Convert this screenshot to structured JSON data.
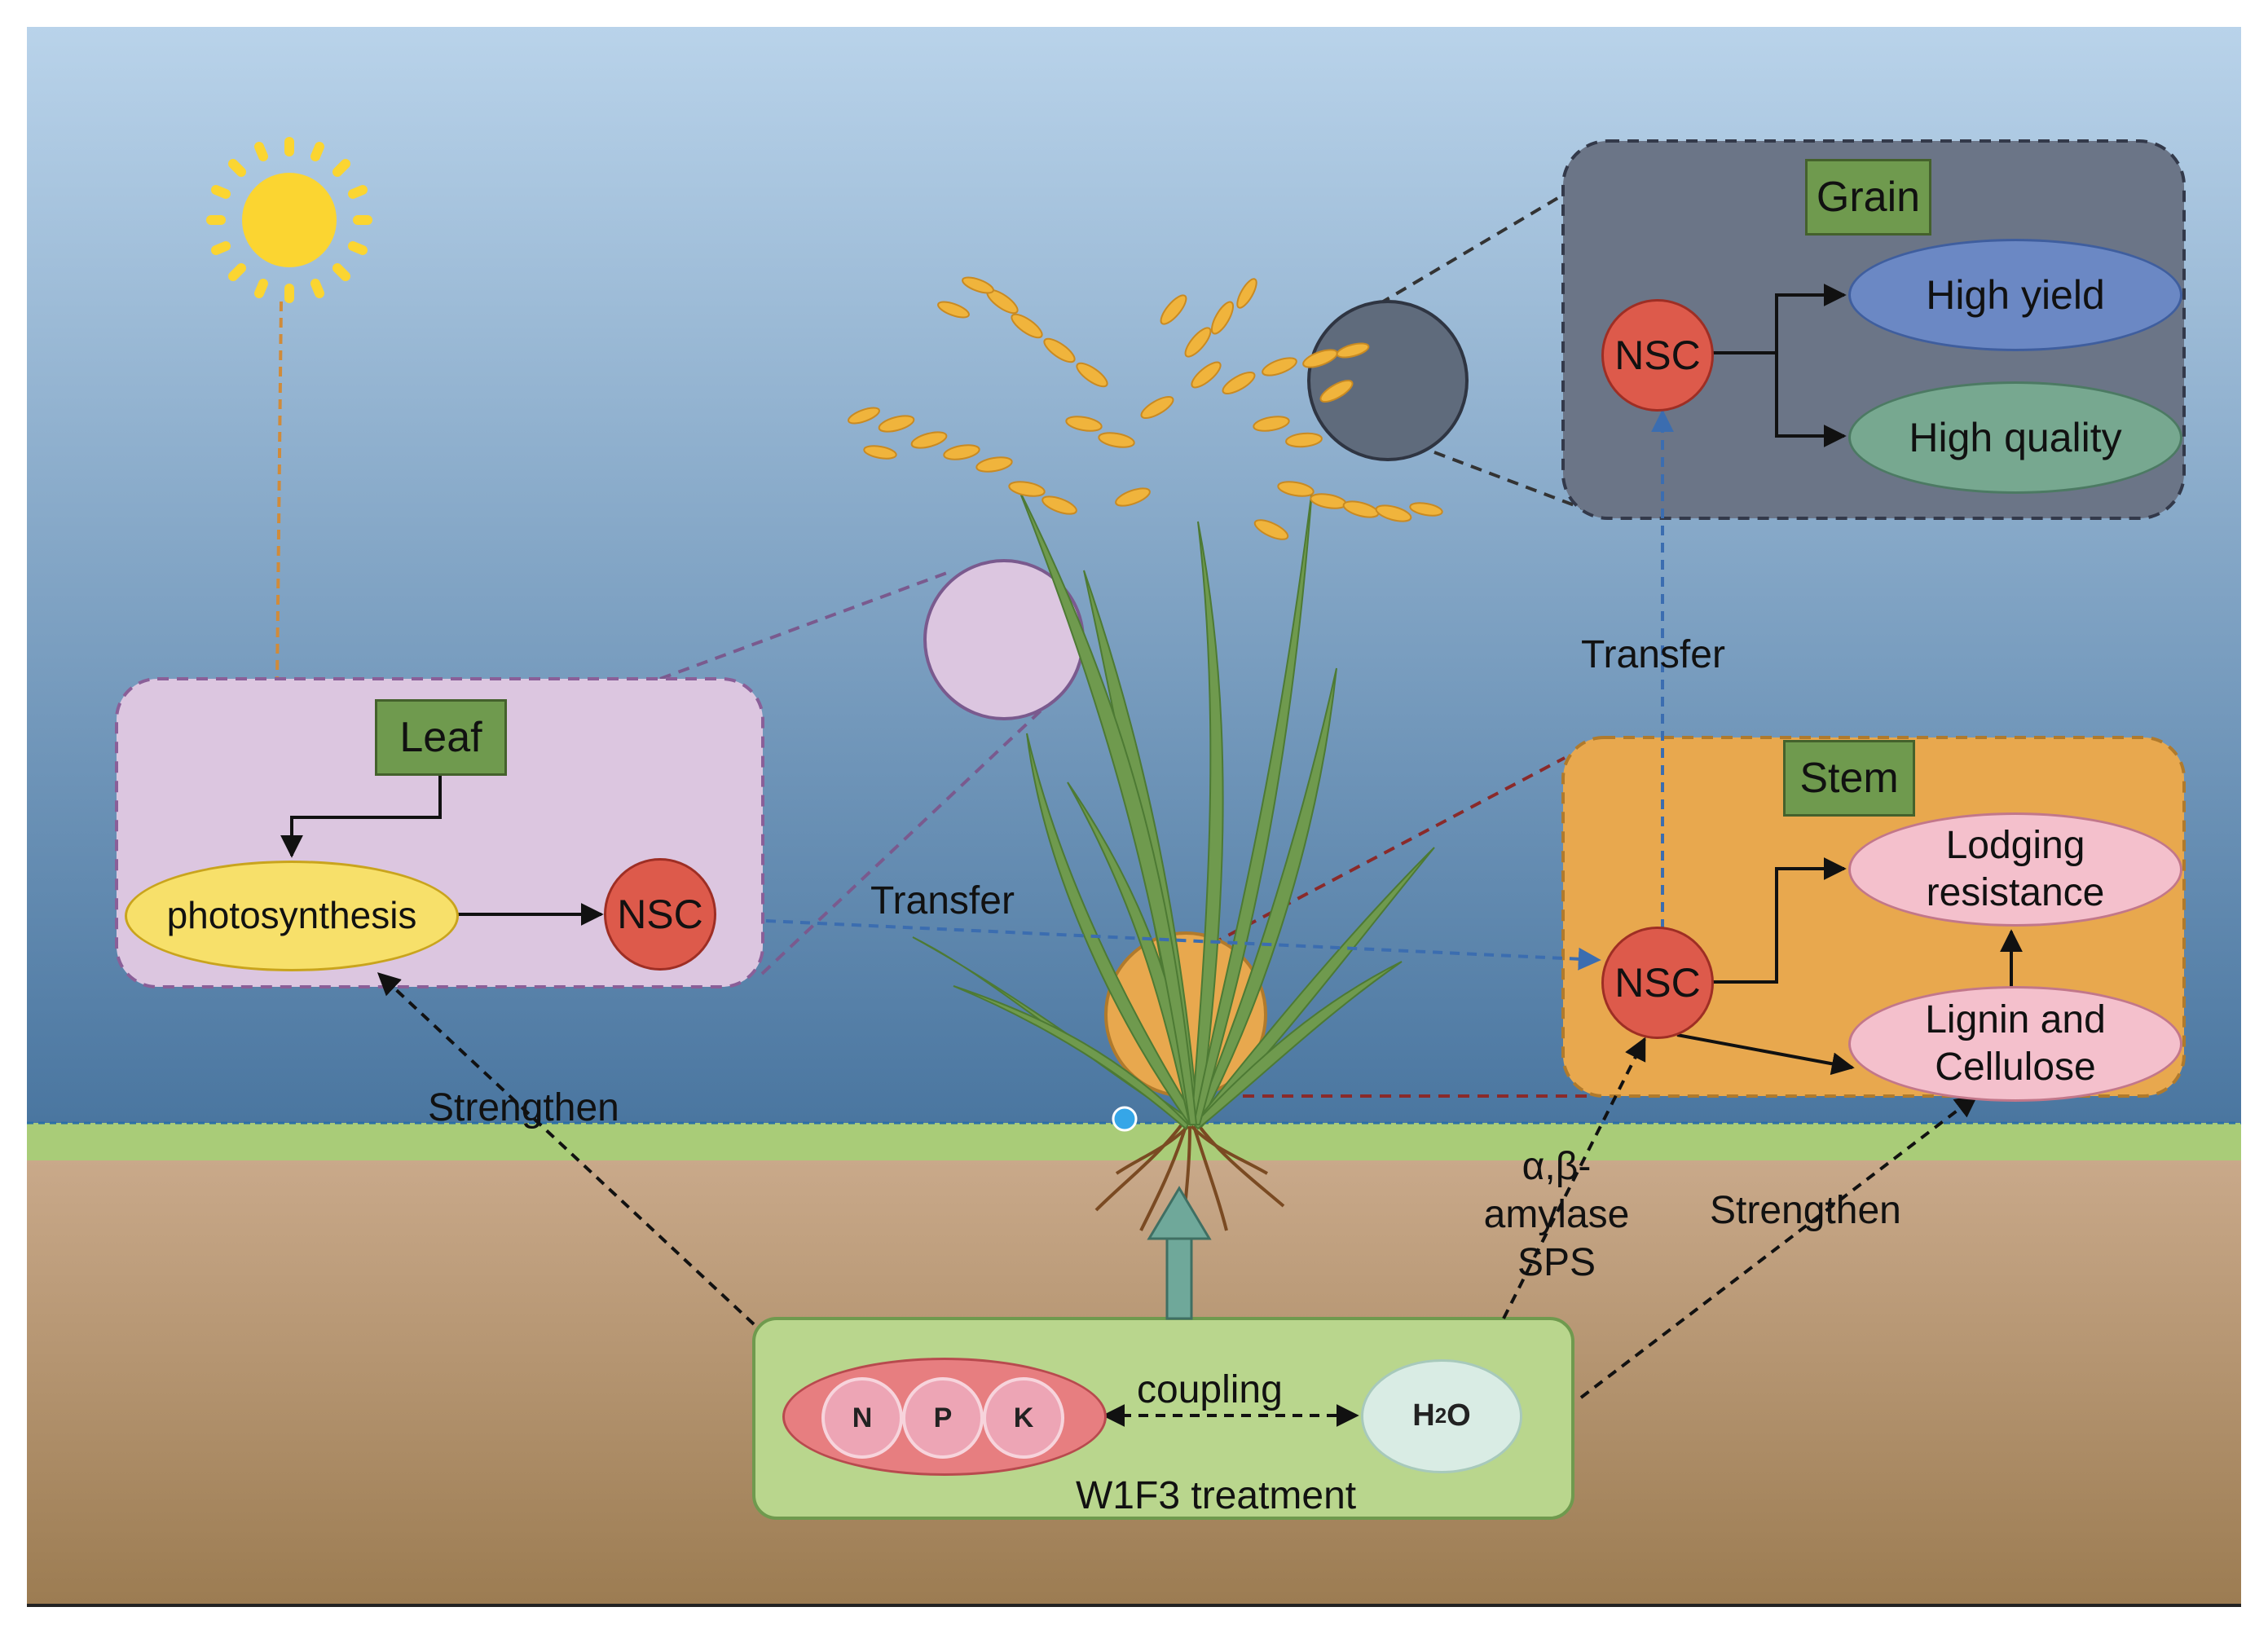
{
  "diagram": {
    "leaf_panel": {
      "title": "Leaf",
      "process": "photosynthesis",
      "nsc": "NSC"
    },
    "stem_panel": {
      "title": "Stem",
      "nsc": "NSC",
      "lodging": "Lodging\nresistance",
      "lignin": "Lignin and\nCellulose"
    },
    "grain_panel": {
      "title": "Grain",
      "nsc": "NSC",
      "yield": "High yield",
      "quality": "High quality"
    },
    "arrows": {
      "transfer_leaf_stem": "Transfer",
      "transfer_stem_grain": "Transfer",
      "strengthen_left": "Strengthen",
      "strengthen_right": "Strengthen",
      "enzymes": "α,β-\namylase\nSPS"
    },
    "treatment": {
      "label": "W1F3 treatment",
      "coupling": "coupling",
      "nutrients": [
        "N",
        "P",
        "K"
      ],
      "water_main": "H",
      "water_sub": "2",
      "water_tail": "O"
    },
    "colors": {
      "sky_top": "#b9d3ea",
      "sky_bottom": "#4a76a0",
      "soil_top": "#c9a98a",
      "soil_bottom": "#9c7c52",
      "grass": "#a9cc78",
      "leaf_panel_fill": "#dcc6e0",
      "stem_panel_fill": "#e8a84e",
      "grain_panel_fill": "#6b7587",
      "treatment_fill": "#b9d68d",
      "nsc_red": "#dd5a4b",
      "photosynthesis_yellow": "#f7e06a",
      "yield_blue": "#6b88c4",
      "quality_green": "#77a890",
      "pink_node": "#f4c0cc",
      "label_green": "#6f9a4e"
    },
    "icons": [
      "sun-icon",
      "rice-plant-icon",
      "up-arrow-icon"
    ]
  }
}
